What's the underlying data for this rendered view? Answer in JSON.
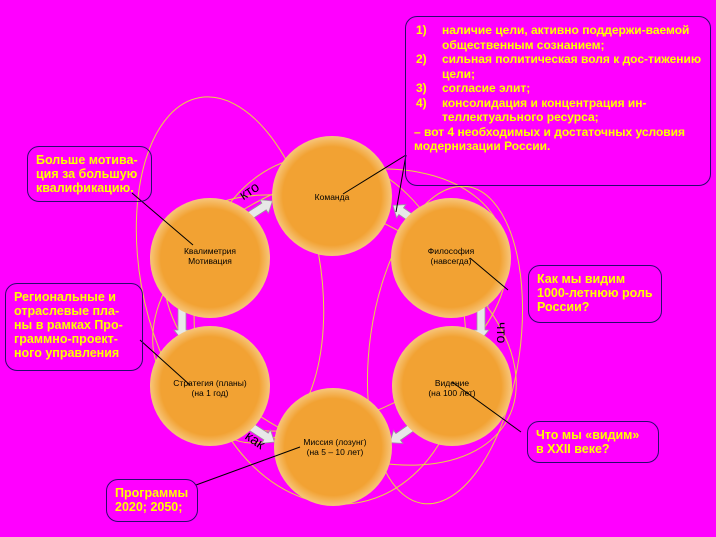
{
  "nodes": {
    "komanda": "Команда",
    "filosofia": [
      "Философия",
      "(навсегда)"
    ],
    "videnie": [
      "Видение",
      "(на 100 лет)"
    ],
    "missia": [
      "Миссия (лозунг)",
      "(на 5 – 10 лет)"
    ],
    "strategia": [
      "Стратегия (планы)",
      "(на 1 год)"
    ],
    "kvalimetria": [
      "Квалиметрия",
      "Мотивация"
    ]
  },
  "arrow_words": {
    "kto": "кто",
    "chto": "что",
    "kak": "как"
  },
  "callouts": {
    "modernization": {
      "items": [
        {
          "num": "1)",
          "text": "наличие цели, активно поддержи-ваемой общественным сознанием;"
        },
        {
          "num": "2)",
          "text": "сильная политическая воля к дос-тижению цели;"
        },
        {
          "num": "3)",
          "text": "согласие элит;"
        },
        {
          "num": "4)",
          "text": "консолидация и концентрация ин-теллектуального ресурса;"
        }
      ],
      "conclusion": "– вот 4 необходимых и достаточных условия модернизации России."
    },
    "motivation": "Больше мотива-ция за большую квалификацию.",
    "regional": "Региональные и отраслевые пла-ны в рамках Про-граммно-проект-ного управления",
    "role": "Как мы видим 1000-летнюю роль России?",
    "vision": "Что мы «видим» в XXII веке?",
    "programs": "Программы 2020; 2050;"
  },
  "colors": {
    "background": "#FF00FF",
    "node_fill": "#F2A233",
    "node_edge": "#FFFFFF",
    "callout_text": "#FFFF00",
    "callout_border": "#2A0A6E",
    "ellipse": "#E8D640",
    "arrow_fill": "#E8E8E8"
  }
}
